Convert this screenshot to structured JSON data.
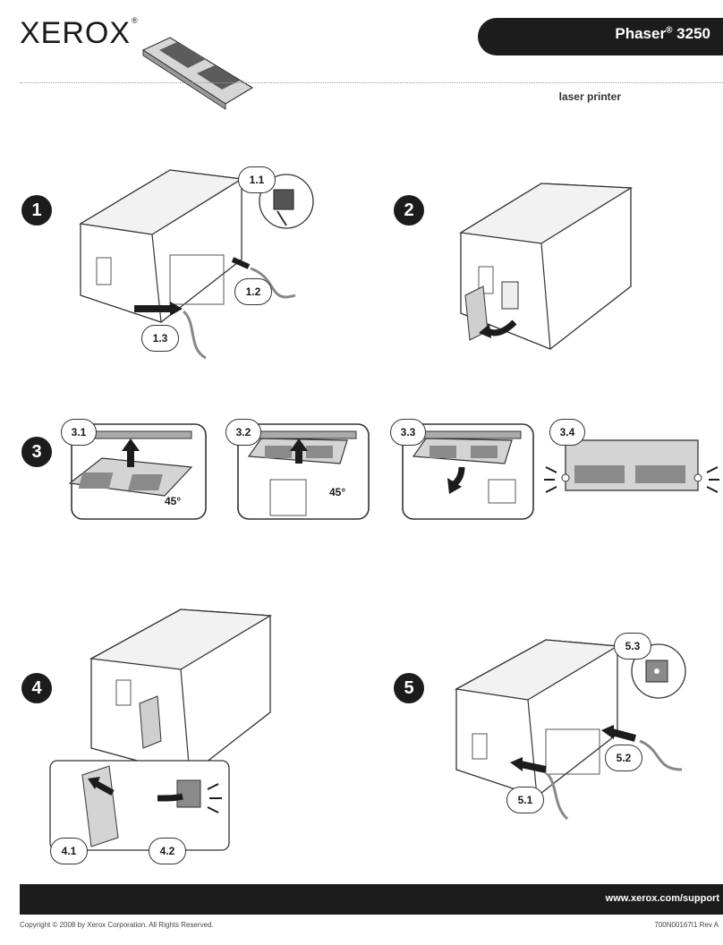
{
  "header": {
    "brand": "XEROX",
    "brand_mark": "®",
    "model_name": "Phaser",
    "model_reg": "®",
    "model_number": "3250",
    "subtitle": "laser printer"
  },
  "steps": [
    {
      "number": "1",
      "callouts": [
        "1.1",
        "1.2",
        "1.3"
      ]
    },
    {
      "number": "2",
      "callouts": []
    },
    {
      "number": "3",
      "callouts": [
        "3.1",
        "3.2",
        "3.3",
        "3.4"
      ],
      "angle_labels": [
        "45°",
        "45°"
      ]
    },
    {
      "number": "4",
      "callouts": [
        "4.1",
        "4.2"
      ]
    },
    {
      "number": "5",
      "callouts": [
        "5.1",
        "5.2",
        "5.3"
      ]
    }
  ],
  "footer": {
    "url": "www.xerox.com/support",
    "copyright": "Copyright © 2008 by Xerox Corporation.  All Rights Reserved.",
    "part_number": "700N00167I1 Rev A"
  },
  "colors": {
    "dark": "#1c1c1c",
    "line": "#333333",
    "fill_gray": "#d4d4d4"
  }
}
